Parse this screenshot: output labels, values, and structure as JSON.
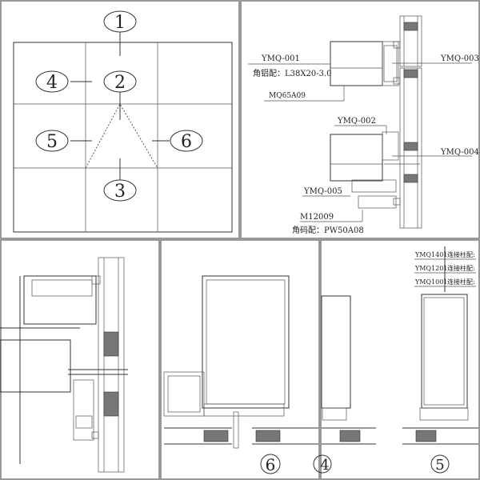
{
  "elevation": {
    "markers": [
      "1",
      "2",
      "3",
      "4",
      "5",
      "6"
    ]
  },
  "section_top": {
    "labels": {
      "ymq001": "YMQ-001",
      "corner1": "角铝配：L38X20-3.0",
      "mq65": "MQ65A09",
      "ymq003": "YMQ-003",
      "ymq002": "YMQ-002",
      "ymq004": "YMQ-004",
      "ymq005": "YMQ-005",
      "m12009": "M12009",
      "corner2": "角码配：PW50A08"
    }
  },
  "detail_6": {
    "marker": "6"
  },
  "detail_45": {
    "markers": [
      "4",
      "5"
    ],
    "table": [
      {
        "code": "YMQ1401",
        "note": "连接柱配:"
      },
      {
        "code": "YMQ1201",
        "note": "连接柱配:"
      },
      {
        "code": "YMQ1001",
        "note": "连接柱配:"
      }
    ]
  }
}
